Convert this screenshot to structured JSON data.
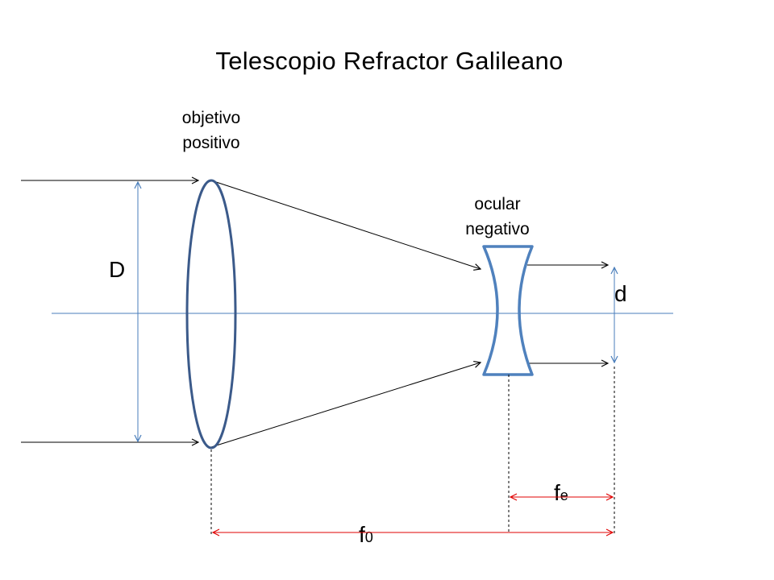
{
  "title": "Telescopio Refractor Galileano",
  "objective": {
    "line1": "objetivo",
    "line2": "positivo"
  },
  "eyepiece": {
    "line1": "ocular",
    "line2": "negativo"
  },
  "aperture_label": "D",
  "exit_beam_label": "d",
  "focal_eyepiece": {
    "base": "f",
    "subscript": "e"
  },
  "focal_objective": {
    "base": "f",
    "subscript": "0"
  },
  "colors": {
    "axis": "#4a7ebb",
    "lens_objective": "#3b5a8a",
    "lens_eyepiece": "#4f81bd",
    "ray": "#000000",
    "dimension": "#e00000"
  }
}
